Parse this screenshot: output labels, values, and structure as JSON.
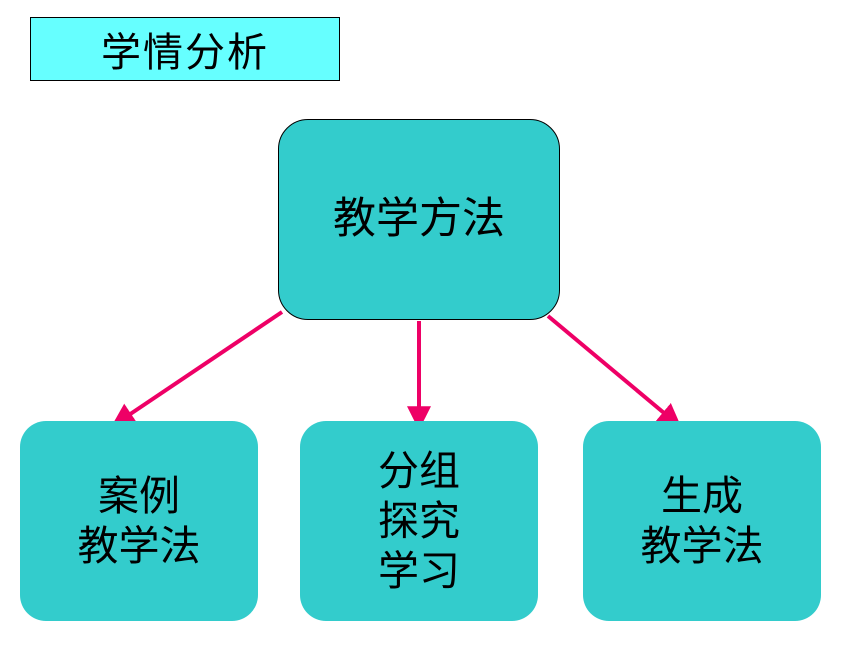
{
  "title": "学情分析",
  "root": {
    "label": "教学方法"
  },
  "children": [
    {
      "lines": [
        "案例",
        "教学法"
      ]
    },
    {
      "lines": [
        "分组",
        "探究",
        "学习"
      ]
    },
    {
      "lines": [
        "生成",
        "教学法"
      ]
    }
  ],
  "colors": {
    "title_bg": "#66ffff",
    "node_fill": "#33cccc",
    "arrow": "#ee0066",
    "text": "#000000"
  }
}
